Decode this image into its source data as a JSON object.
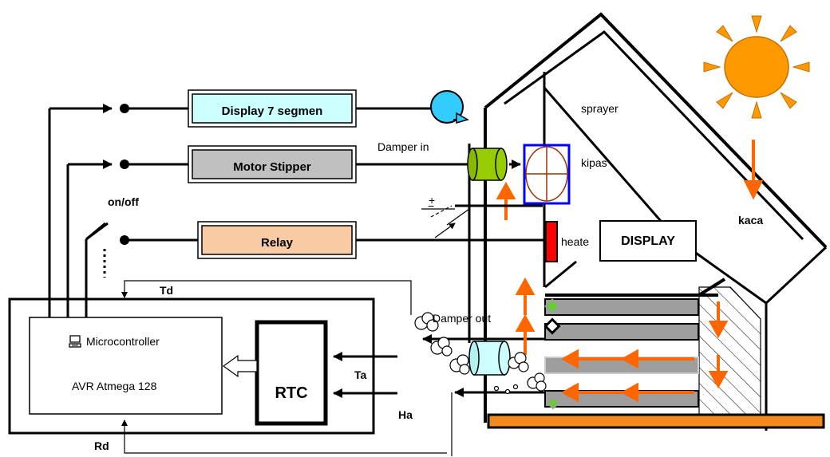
{
  "labels": {
    "display7": "Display 7 segmen",
    "motor": "Motor Stipper",
    "relay": "Relay",
    "onoff": "on/off",
    "microcontroller": "Microcontroller",
    "avr": "AVR Atmega 128",
    "rtc": "RTC",
    "td": "Td",
    "ta": "Ta",
    "ha": "Ha",
    "rd": "Rd",
    "damper_in": "Damper in",
    "damper_out": "Damper out",
    "sprayer": "sprayer",
    "kipas": "kipas",
    "heater": "heate",
    "display": "DISPLAY",
    "kaca": "kaca",
    "plus": "+",
    "minus": "−"
  },
  "icons": {
    "computer": "computer-icon",
    "sun": "sun-icon",
    "buzzer": "buzzer-icon"
  },
  "colors": {
    "display7_fill": "#ccffff",
    "motor_fill": "#c0c0c0",
    "relay_fill": "#f8cba4",
    "arrow_orange": "#ff6600",
    "sun": "#ff9900",
    "rack_gray": "#9e9e9e",
    "floor_orange": "#f28a1e",
    "damper_in_green": "#99cc00",
    "damper_out_cyan": "#ccffff",
    "fan_border": "#0000ff",
    "heater_red": "#ff0000",
    "sensor_green": "#66cc33"
  }
}
